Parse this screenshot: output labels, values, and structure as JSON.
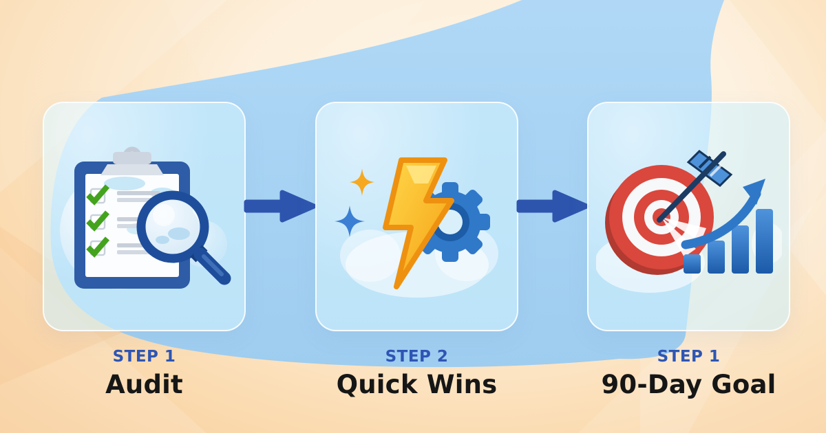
{
  "steps": [
    {
      "step_label": "STEP 1",
      "title": "Audit",
      "icon": "clipboard-checklist-magnifier-icon"
    },
    {
      "step_label": "STEP 2",
      "title": "Quick Wins",
      "icon": "lightning-bolt-gear-sparkles-icon"
    },
    {
      "step_label": "STEP 1",
      "title": "90-Day Goal",
      "icon": "target-dart-growth-chart-icon"
    }
  ],
  "connectors": [
    {
      "icon": "arrow-right-icon"
    },
    {
      "icon": "arrow-right-icon"
    }
  ],
  "colors": {
    "accent-blue": "#2d55ae",
    "step-label-blue": "#2e55b4",
    "title-black": "#161616",
    "blob-blue": "#a7d3f3",
    "card-fill": "rgba(209,241,253,0.60)",
    "card-border": "rgba(255,255,255,0.85)"
  }
}
